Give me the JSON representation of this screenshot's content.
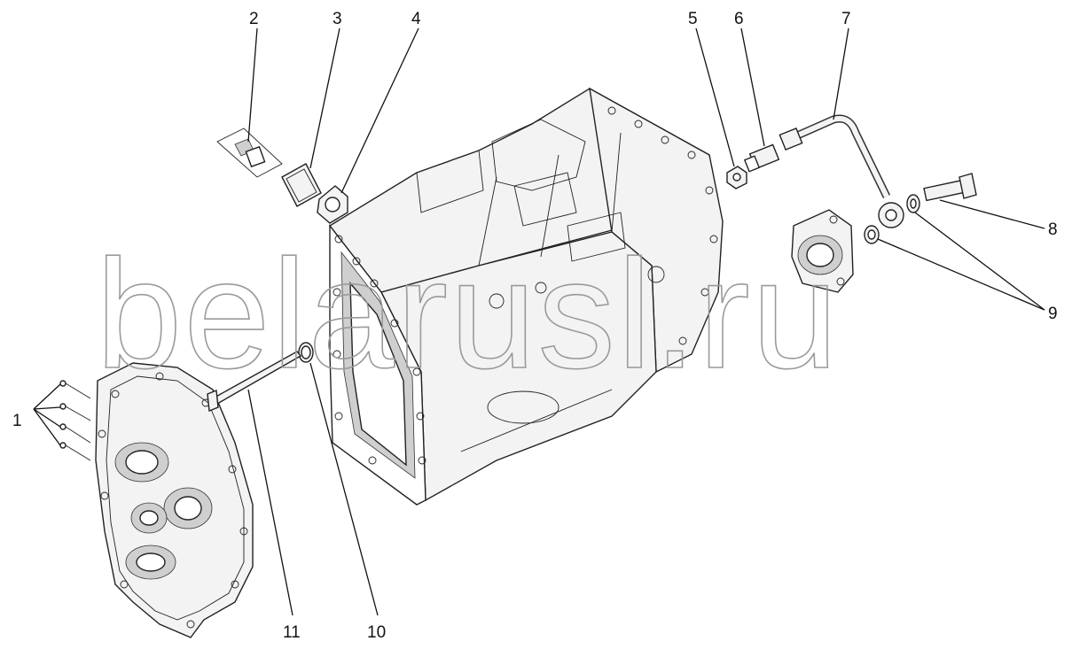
{
  "watermark": "belarusl.ru",
  "callouts": [
    "1",
    "2",
    "3",
    "4",
    "5",
    "6",
    "7",
    "8",
    "9",
    "10",
    "11"
  ],
  "parts": [
    "gearbox-housing",
    "front-cover-plate",
    "cover-bolt",
    "inspection-cover",
    "cover-gasket",
    "lock-nut",
    "union-fitting",
    "oil-pipe",
    "banjo-bolt",
    "sealing-washer",
    "bearing-housing",
    "o-ring-seal",
    "dowel-rod"
  ]
}
